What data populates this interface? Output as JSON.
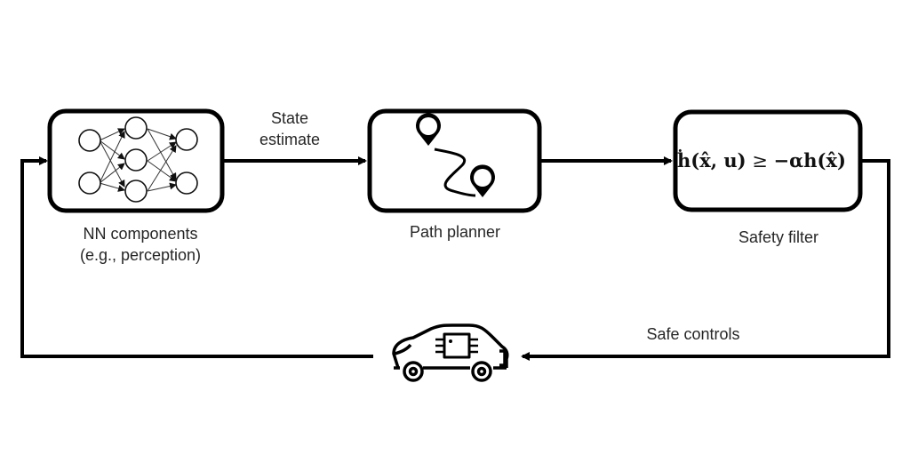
{
  "nodes": {
    "nn": {
      "label_line1": "NN components",
      "label_line2": "(e.g., perception)",
      "icon": "neural-network-icon"
    },
    "planner": {
      "label": "Path planner",
      "icon": "route-pins-icon"
    },
    "filter": {
      "label": "Safety filter",
      "formula_lhs": "ḣ(x̂, u)",
      "formula_op": " ≥ ",
      "formula_rhs": "−αh(x̂)"
    },
    "vehicle": {
      "icon": "car-with-chip-icon"
    }
  },
  "edges": {
    "nn_to_planner": {
      "label_line1": "State",
      "label_line2": "estimate"
    },
    "planner_to_filter": {
      "label": ""
    },
    "filter_to_vehicle": {
      "label": "Safe controls"
    },
    "vehicle_to_nn": {
      "label": ""
    }
  },
  "colors": {
    "stroke": "#000000",
    "text": "#262626",
    "background": "#ffffff"
  }
}
